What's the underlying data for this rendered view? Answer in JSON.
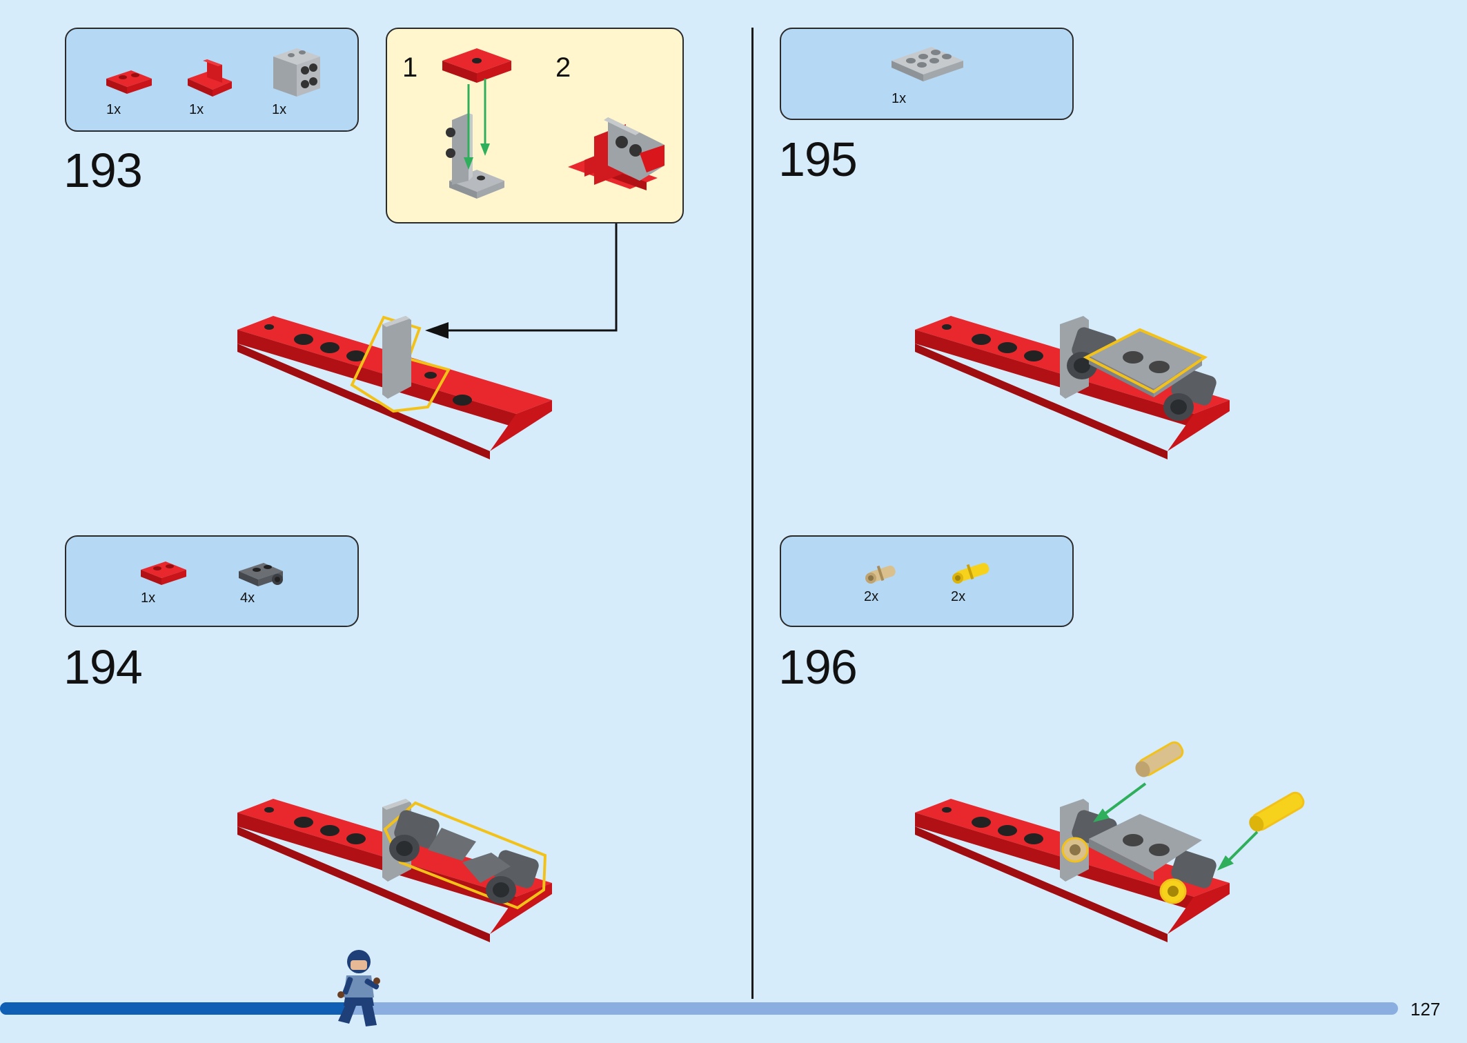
{
  "page": {
    "number": "127",
    "progress_fraction": 0.25
  },
  "steps": [
    {
      "number": "193",
      "parts": [
        {
          "qty": "1x",
          "icon": "red-plate-1x2"
        },
        {
          "qty": "1x",
          "icon": "red-slope-wall"
        },
        {
          "qty": "1x",
          "icon": "gray-bracket-2x2"
        }
      ],
      "callout": {
        "sub1": "1",
        "sub2": "2"
      }
    },
    {
      "number": "194",
      "parts": [
        {
          "qty": "1x",
          "icon": "red-plate-1x2"
        },
        {
          "qty": "4x",
          "icon": "dark-gray-pin-holder"
        }
      ]
    },
    {
      "number": "195",
      "parts": [
        {
          "qty": "1x",
          "icon": "gray-plate-2x3"
        }
      ]
    },
    {
      "number": "196",
      "parts": [
        {
          "qty": "2x",
          "icon": "tan-pin"
        },
        {
          "qty": "2x",
          "icon": "yellow-pin"
        }
      ]
    }
  ],
  "colors": {
    "page_bg": "#d6ecfb",
    "parts_bg": "#b5d8f5",
    "callout_bg": "#fff6cd",
    "brick_red": "#d9161b",
    "gray": "#9ea3a8",
    "dark_gray": "#5a5e63",
    "highlight": "#f3c21a",
    "arrow_green": "#2fae5b",
    "progress_done": "#0f5fb4",
    "progress_todo": "#8aaee0"
  }
}
